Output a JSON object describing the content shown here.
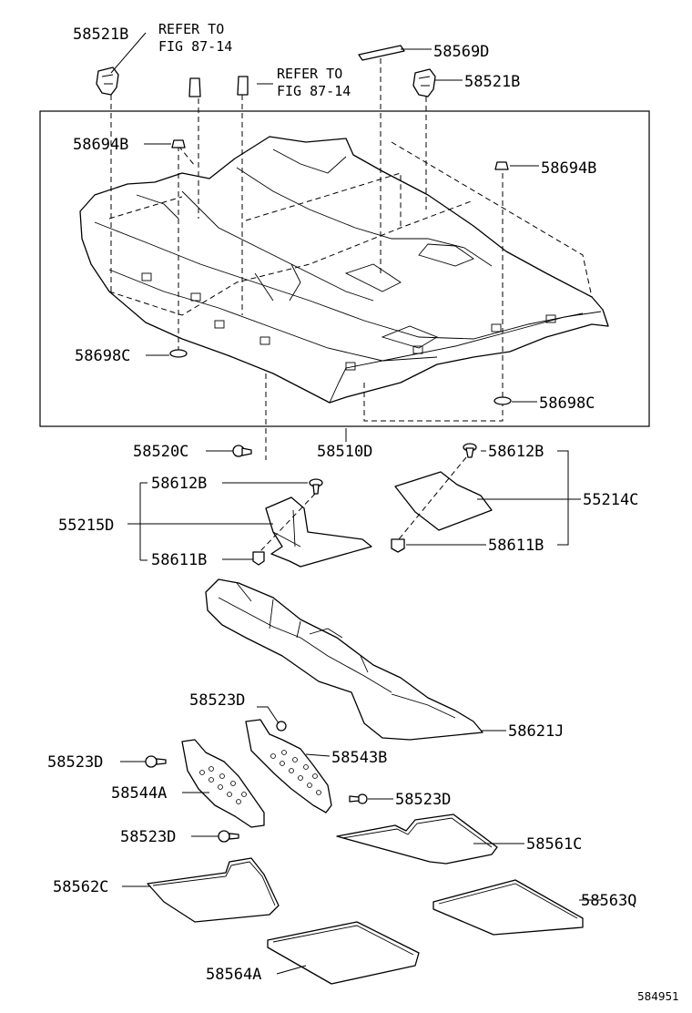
{
  "callouts": {
    "c58521b_left": "58521B",
    "c58521b_right": "58521B",
    "c58569d": "58569D",
    "c58694b_left": "58694B",
    "c58694b_right": "58694B",
    "c58698c_left": "58698C",
    "c58698c_right": "58698C",
    "c58520c": "58520C",
    "c58510d": "58510D",
    "c58612b_left": "58612B",
    "c58612b_right": "58612B",
    "c55215d": "55215D",
    "c58611b_left": "58611B",
    "c58611b_right": "58611B",
    "c55214c": "55214C",
    "c58621j": "58621J",
    "c58523d_a": "58523D",
    "c58523d_b": "58523D",
    "c58523d_c": "58523D",
    "c58523d_d": "58523D",
    "c58543b": "58543B",
    "c58544a": "58544A",
    "c58561c": "58561C",
    "c58562c": "58562C",
    "c58563q": "58563Q",
    "c58564a": "58564A"
  },
  "refers": {
    "left_line1": "REFER TO",
    "left_line2": "FIG 87-14",
    "right_line1": "REFER TO",
    "right_line2": "FIG 87-14"
  },
  "diagram_code": "584951"
}
